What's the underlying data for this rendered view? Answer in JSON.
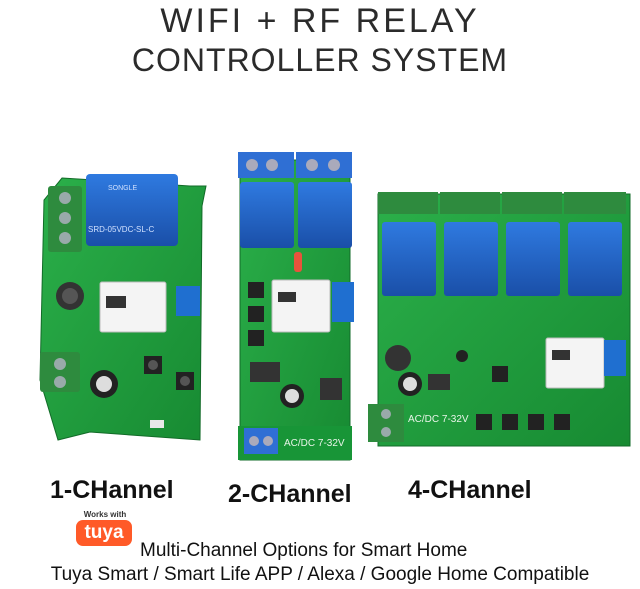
{
  "title": {
    "line1": "WIFI + RF RELAY",
    "line2": "CONTROLLER SYSTEM"
  },
  "boards": [
    {
      "label": "1-CHannel",
      "relay_text": "SONGLE",
      "relay_spec": "SRD-05VDC-SL-C"
    },
    {
      "label": "2-CHannel",
      "power_text": "AC/DC 7-32V"
    },
    {
      "label": "4-CHannel",
      "power_text": "AC/DC 7-32V"
    }
  ],
  "badge": {
    "works_with": "Works with",
    "brand": "tuya"
  },
  "tagline": {
    "line1": "Multi-Channel Options for Smart Home",
    "line2": "Tuya Smart / Smart Life APP / Alexa / Google Home Compatible"
  },
  "colors": {
    "pcb": "#1f9a3a",
    "terminal": "#2e8b3e",
    "relay": "#1d5fbf",
    "tuya": "#ff5a28"
  }
}
